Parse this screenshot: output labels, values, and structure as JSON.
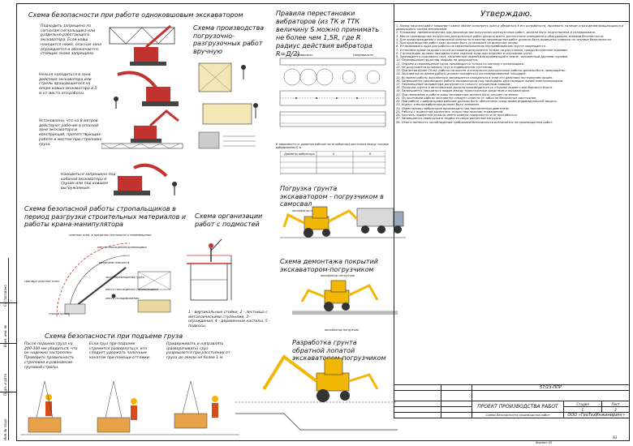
{
  "sections": {
    "excavator_safety": {
      "title": "Схема безопасности при работе одноковшовым экскаватором",
      "notes": [
        "Подходить запрещено по сигналам сигнальщика или раздельно работающего экскаватора. Если ковш находится ниже, опасная зона ограждается и обозначается, стоящие знаки запрещено.",
        "Нельзя находиться в зоне действия экскаватора или стрелы вращающегося на опоре ковша экскаватора в 5 м от места его работы.",
        "Установлено, что на 8 метров действуют рабочие в опасной зоне экскаватора и конструкций, препятствующих работе и местом при строповке груза.",
        "Находиться запрещено под кабиной экскаватора и грузом или под ковшом выгружаемым."
      ]
    },
    "loading_scheme": {
      "title": "Схема производства погрузочно-разгрузочных работ вручную"
    },
    "vibrator_rules": {
      "title": "Правила перестановки вибраторов (из ТК и ТТК величину S можно принимать не более чем 1,5R, где R радиус действия вибратора R=Д/2)",
      "labels": [
        "Правильно",
        "Неправильно"
      ],
      "table_caption": "В зависимости от диаметра рабочей части вибратора расстояния между точками вибрирования S, м",
      "table_head": [
        "Диаметр вибратора",
        "S",
        "R"
      ]
    },
    "sling_safety": {
      "title": "Схема безопасной работы стропальщиков в период разгрузки строительных материалов и работы крана-манипулятора",
      "labels": [
        "опасная зона, в пределах сигнального перемещения",
        "место нахождения крановщика",
        "механизм поворота",
        "граница опасной зоны",
        "зона перемещения груза",
        "место нахождения стропальщика",
        "место складирования",
        "стрела крана"
      ]
    },
    "ladder_scheme": {
      "title": "Схема организации работ с подмостей",
      "notes": "1 - вертикальные стойки, 2 - лестница с металлическими ступенями, 3 - ограждения, 4 - деревянные настилы, 5 - подкосы."
    },
    "loader_scheme": {
      "title": "Погрузка грунта экскаватором - погрузчиком в самосвал",
      "subtitle": "экскаватор-погрузчик"
    },
    "dismantle_scheme": {
      "title": "Схема демонтажа покрытий экскаватором-погрузчиком",
      "subtitle": "экскаватор-погрузчик"
    },
    "backhoe_scheme": {
      "title": "Разработка грунта обратной лопатой экскаватором-погрузчиком",
      "subtitle": "экскаватор-погрузчик"
    },
    "lift_safety": {
      "title": "Схема безопасности при подъеме груза",
      "notes": [
        "После подъема груза на 200-300 мм убедиться, что он надежно застроплен. Проверить правильность строповки и равновесие грузовой стропы.",
        "Если груз при подъеме стремится развернуться, его следует удержать чалочным канатом при помощи оттяжки.",
        "Придерживать и направлять (разворачивать) груз разрешается при расстоянии от груза до земли не более 1 м."
      ]
    },
    "approved": {
      "title": "Утверждаю.",
      "items": [
        "1. Перед началом работ машинист крана обязан осмотреть кран и убедиться в его исправности, проверить наличие ограждений вращающихся и движущихся частей механизмов.",
        "2. Площадка, предназначенная для производства погрузочно-разгрузочных работ, должна быть подготовлена и спланирована.",
        "3. Место производства погрузочно-разгрузочных работ должно иметь достаточное освещение и оборудовано знаками безопасности.",
        "4. Для предупреждения о возможной опасности в местах производства работ должны быть вывешены плакаты по технике безопасности.",
        "5. При производстве работ кран должен быть установлен на выносные опоры.",
        "6. Устанавливать кран для работы на свеженасыпанном неутрамбованном грунте запрещается.",
        "7. Установка крана на краю откоса котлована допускается только на расстоянии, предусмотренном нормами.",
        "8. Стропальщик должен находиться вне опасной зоны при подъеме и опускании груза.",
        "9. Запрещается поднимать груз, засыпанный землей или примерзший к земле, заложенный другими грузами.",
        "10. Перемещение груза над людьми не допускается.",
        "11. Подъем и перемещение груза производится только по сигналу стропальщика.",
        "12. Не допускается оставлять груз в подвешенном состоянии.",
        "13. При ветре более 10 м/с работы на высоте и погрузочно-разгрузочные работы должны быть прекращены.",
        "14. Экскаватор во время работы должен находиться на спланированной площадке.",
        "15. Во время работы экскаватора запрещается находиться в зоне его действия посторонним лицам.",
        "16. Запрещается производить работы экскаватором под проводами действующих линий электропередачи.",
        "17. Перемещение экскаватора допускается только с опущенным ковшом.",
        "18. Погрузка грунта в автосамосвал должна производиться со стороны заднего или бокового борта.",
        "19. Запрещается находиться людям между транспортным средством и экскаватором.",
        "20. При перерывах в работе ковш экскаватора должен быть опущен на землю.",
        "21. По окончании работы экскаватор следует отвести от забоя на безопасное расстояние.",
        "22. При работе с вибраторами рабочие должны быть обеспечены средствами индивидуальной защиты.",
        "23. Корпус электровибратора должен быть заземлен.",
        "24. Перестановку вибраторов производить при выключенном двигателе.",
        "25. Работы с подмостей выполнять только при наличии ограждений.",
        "26. Настилы подмостей должны иметь ровную поверхность и не прогибаться.",
        "27. Запрещается перегружать подмости сверх расчетной нагрузки.",
        "28. Ответственность за соблюдение требований безопасности возлагается на производителя работ."
      ]
    },
    "title_block": {
      "code": "57/23-ППР",
      "project": "ПРОЕКТ ПРОИЗВОДСТВА РАБОТ",
      "headers": [
        "Стадия",
        "Лист",
        "Листов"
      ],
      "values": [
        "С",
        "2",
        "7"
      ],
      "sheet_name": "Схемы безопасности производства работ",
      "org": "ООО «ГеоТехИнжиниринг»",
      "format": "Формат А3",
      "sheet_num": "A3"
    },
    "side_labels": [
      "Инв. № подл.",
      "Подп. и дата",
      "Взам. инв. №",
      "Согласовано"
    ]
  }
}
